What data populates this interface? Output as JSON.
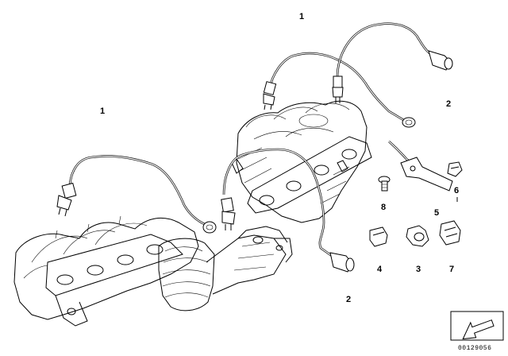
{
  "diagram": {
    "callouts": {
      "sensor_upper": "1",
      "sensor_left": "1",
      "sensor_right": "2",
      "sensor_lower": "2",
      "part_3": "3",
      "part_4": "4",
      "part_5": "5",
      "part_6": "6",
      "part_7": "7",
      "part_8": "8"
    },
    "catalog_number": "00129056"
  }
}
